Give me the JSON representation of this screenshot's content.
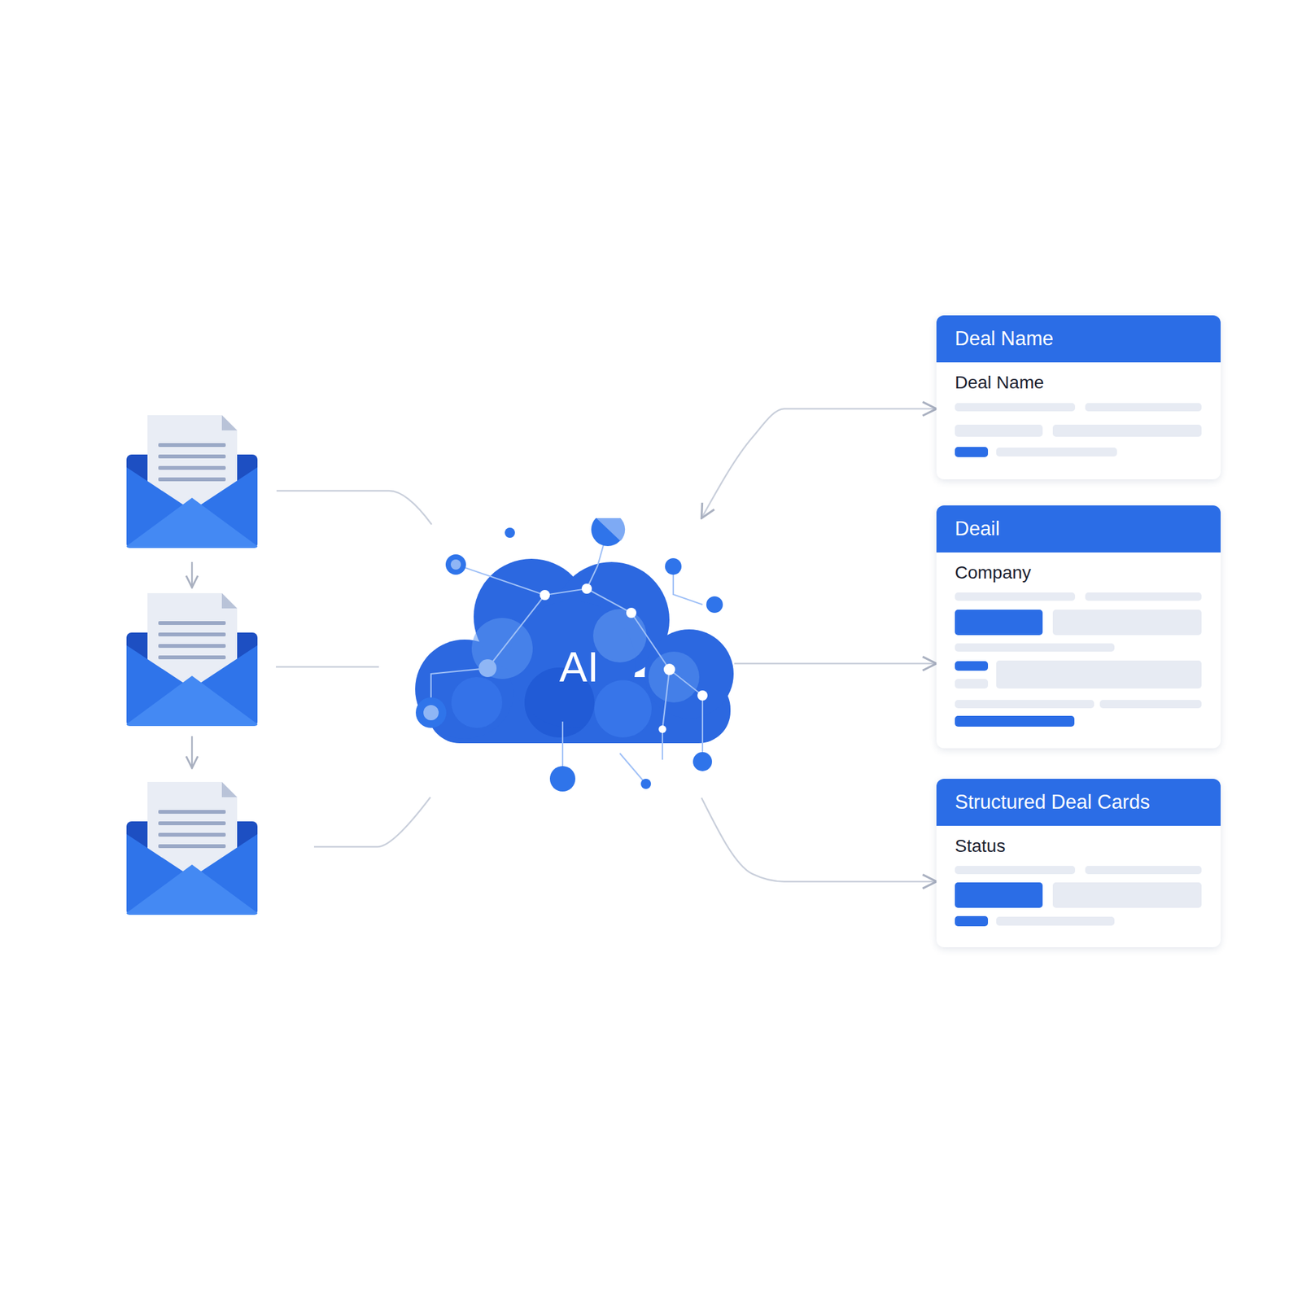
{
  "diagram": {
    "nodes": [
      {
        "text": [
          "AI"
        ]
      },
      {
        "text": [
          "Deal Name",
          "Deal Name"
        ]
      },
      {
        "text": [
          "Deail",
          "Company"
        ]
      },
      {
        "text": [
          "Structured Deal Cards",
          "Status"
        ]
      }
    ],
    "edges": [
      {
        "from": 0,
        "to": 1,
        "arrow": "both"
      },
      {
        "from": 0,
        "to": 2,
        "arrow": "to"
      },
      {
        "from": 0,
        "to": 3,
        "arrow": "to"
      }
    ]
  }
}
